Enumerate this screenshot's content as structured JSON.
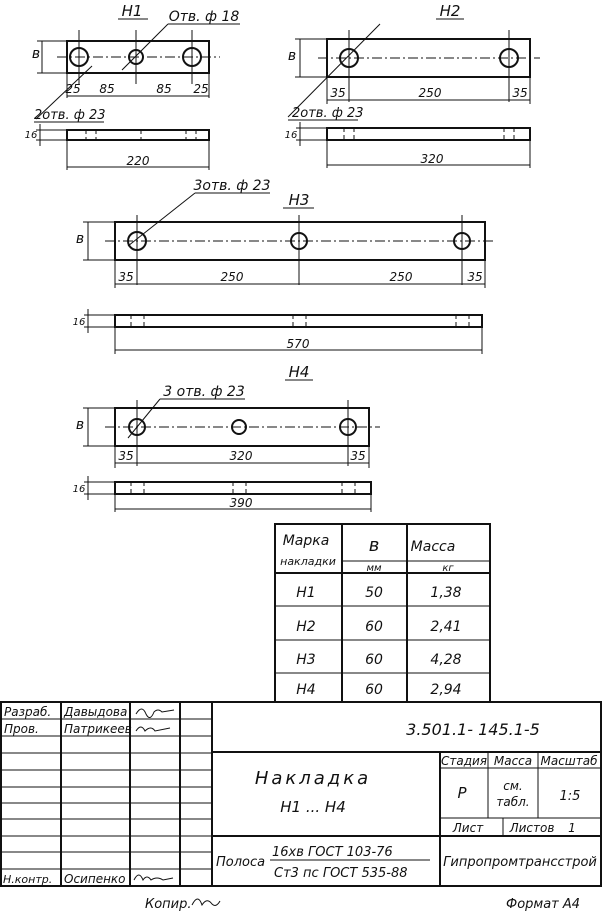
{
  "parts": {
    "n1": {
      "title": "Н1",
      "holes_note": "Отв. ф 18",
      "holes_note2": "2отв. ф 23",
      "dim_b": "в",
      "dims_top": [
        "25",
        "85",
        "85",
        "25"
      ],
      "dim_t": "16",
      "length": "220"
    },
    "n2": {
      "title": "Н2",
      "holes_note": "2отв. ф 23",
      "dim_b": "в",
      "dims_top": [
        "35",
        "250",
        "35"
      ],
      "dim_t": "16",
      "length": "320"
    },
    "n3": {
      "title": "Н3",
      "holes_note": "3отв. ф 23",
      "dim_b": "в",
      "dims_top": [
        "35",
        "250",
        "250",
        "35"
      ],
      "dim_t": "16",
      "length": "570"
    },
    "n4": {
      "title": "Н4",
      "holes_note": "3 отв. ф 23",
      "dim_b": "в",
      "dims_top": [
        "35",
        "320",
        "35"
      ],
      "dim_t": "16",
      "length": "390"
    }
  },
  "spec_table": {
    "headers": [
      "Марка накладки",
      "в",
      "Масса"
    ],
    "header_marka_l1": "Марка",
    "header_marka_l2": "накладки",
    "units": [
      "мм",
      "кг"
    ],
    "rows": [
      {
        "mark": "Н1",
        "b": "50",
        "mass": "1,38"
      },
      {
        "mark": "Н2",
        "b": "60",
        "mass": "2,41"
      },
      {
        "mark": "Н3",
        "b": "60",
        "mass": "4,28"
      },
      {
        "mark": "Н4",
        "b": "60",
        "mass": "2,94"
      }
    ]
  },
  "title_block": {
    "roles": [
      "Разраб.",
      "Пров.",
      "Н.контр."
    ],
    "names": [
      "Давыдова",
      "Патрикеев",
      "Осипенко"
    ],
    "designation": "3.501.1- 145.1-5",
    "name_l1": "Накладка",
    "name_l2": "Н1 ... Н4",
    "stage_label": "Стадия",
    "mass_label": "Масса",
    "scale_label": "Масштаб",
    "stage": "Р",
    "mass_l1": "см.",
    "mass_l2": "табл.",
    "scale": "1:5",
    "sheet_label": "Лист",
    "sheets_label": "Листов",
    "sheets": "1",
    "material_prefix": "Полоса",
    "material_top": "16хв ГОСТ 103-76",
    "material_bottom": "Ст3 пс ГОСТ 535-88",
    "org": "Гипропромтрансстрой"
  },
  "footer": {
    "copied": "Копир.",
    "format": "Формат А4"
  }
}
